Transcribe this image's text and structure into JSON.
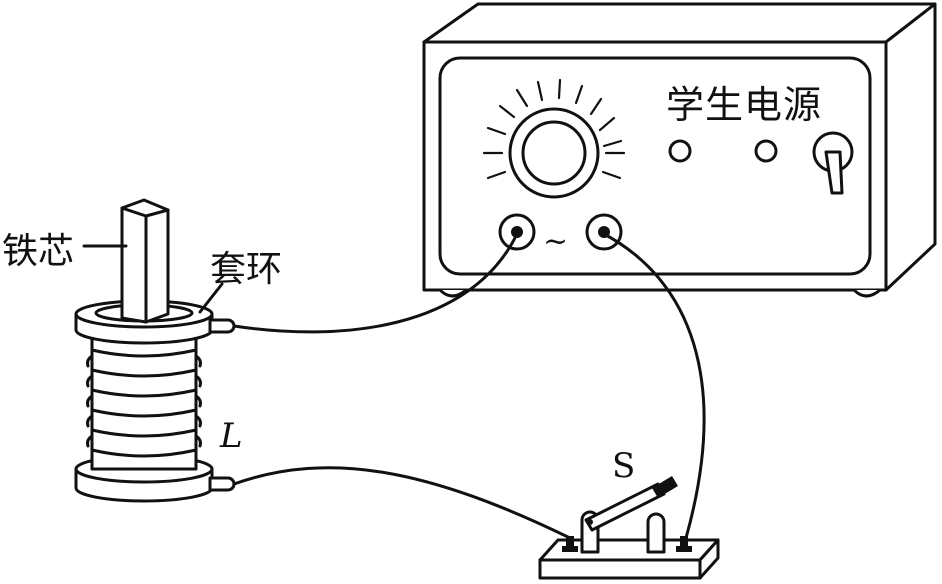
{
  "labels": {
    "power_supply": "学生电源",
    "iron_core": "铁芯",
    "ring": "套环",
    "coil": "L",
    "switch": "S",
    "ac_symbol": "~"
  },
  "colors": {
    "ink": "#111111",
    "background": "#ffffff"
  },
  "icons": {
    "knob": "dial-knob-icon",
    "toggle": "toggle-switch-icon"
  }
}
